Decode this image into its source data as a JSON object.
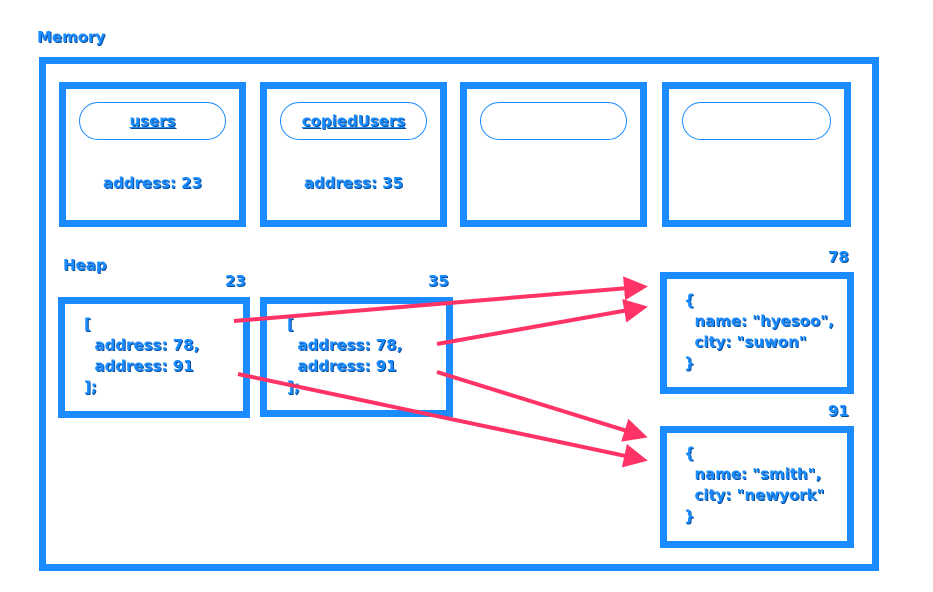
{
  "labels": {
    "memory": "Memory",
    "heap": "Heap"
  },
  "stack": [
    {
      "name": "users",
      "address": "address: 23"
    },
    {
      "name": "copiedUsers",
      "address": "address: 35"
    },
    {
      "name": "",
      "address": ""
    },
    {
      "name": "",
      "address": ""
    }
  ],
  "heap": {
    "users_array": {
      "id": "23",
      "lines": [
        "[",
        "  address: 78,",
        "  address: 91",
        "];"
      ]
    },
    "copied_array": {
      "id": "35",
      "lines": [
        "[",
        "  address: 78,",
        "  address: 91",
        "];"
      ]
    },
    "object_78": {
      "id": "78",
      "lines": [
        "{",
        "  name: \"hyesoo\",",
        "  city: \"suwon\"",
        "}"
      ]
    },
    "object_91": {
      "id": "91",
      "lines": [
        "{",
        "  name: \"smith\",",
        "  city: \"newyork\"",
        "}"
      ]
    }
  },
  "colors": {
    "accent": "#1a8cff",
    "arrow": "#ff3366"
  }
}
